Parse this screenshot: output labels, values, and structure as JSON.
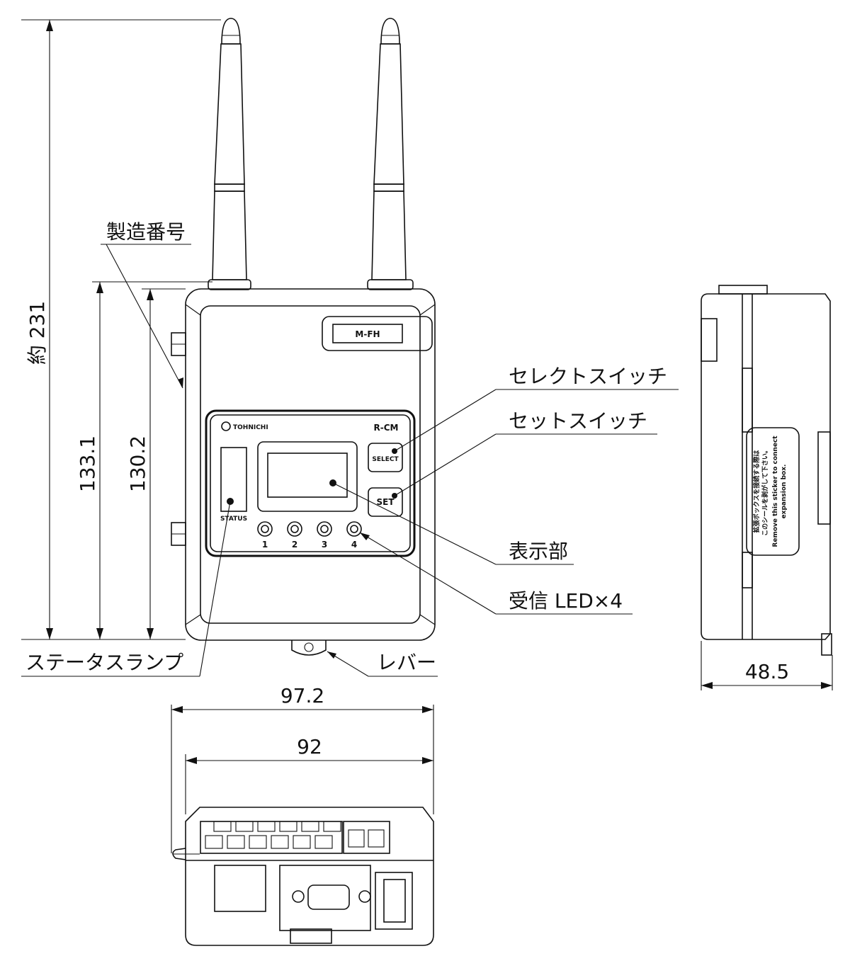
{
  "labels": {
    "serial_number": "製造番号",
    "select_switch": "セレクトスイッチ",
    "set_switch": "セットスイッチ",
    "display": "表示部",
    "receive_led": "受信 LED×4",
    "status_lamp": "ステータスランプ",
    "lever": "レバー"
  },
  "dimensions": {
    "total_height": "約 231",
    "body_height_outer": "133.1",
    "body_height_inner": "130.2",
    "width_outer": "97.2",
    "width_inner": "92",
    "depth": "48.5"
  },
  "device": {
    "model_plate": "M-FH",
    "brand": "TOHNICHI",
    "model": "R-CM",
    "select_btn": "SELECT",
    "set_btn": "SET",
    "status_text": "STATUS",
    "led_numbers": [
      "1",
      "2",
      "3",
      "4"
    ],
    "side_sticker": [
      "拡張ボックスを接続する際は",
      "このシールを剥がして下さい。",
      "Remove this sticker to connect",
      "expansion box."
    ]
  }
}
